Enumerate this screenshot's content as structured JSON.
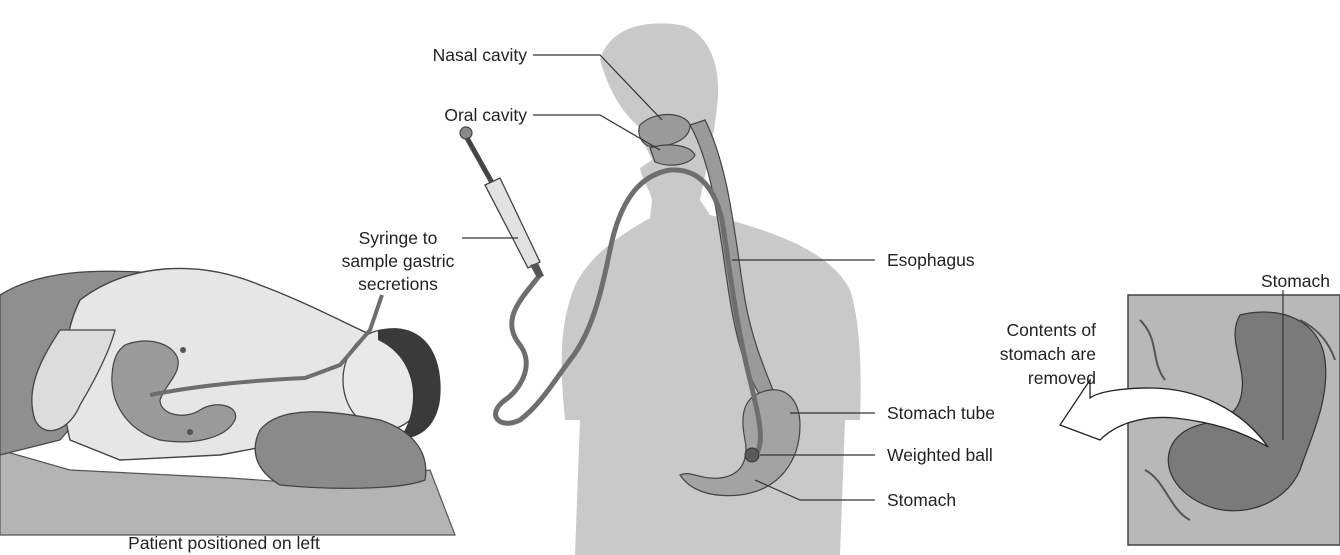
{
  "labels": {
    "nasal_cavity": "Nasal cavity",
    "oral_cavity": "Oral cavity",
    "syringe_line1": "Syringe to",
    "syringe_line2": "sample gastric",
    "syringe_line3": "secretions",
    "esophagus": "Esophagus",
    "stomach_tube": "Stomach tube",
    "weighted_ball": "Weighted ball",
    "stomach": "Stomach",
    "stomach_inset": "Stomach",
    "contents_line1": "Contents of",
    "contents_line2": "stomach are",
    "contents_line3": "removed",
    "patient_caption": "Patient positioned on left"
  },
  "colors": {
    "body_silhouette": "#c9c9c9",
    "organ_fill": "#9a9a9a",
    "tube": "#6e6e6e",
    "line": "#333333"
  }
}
